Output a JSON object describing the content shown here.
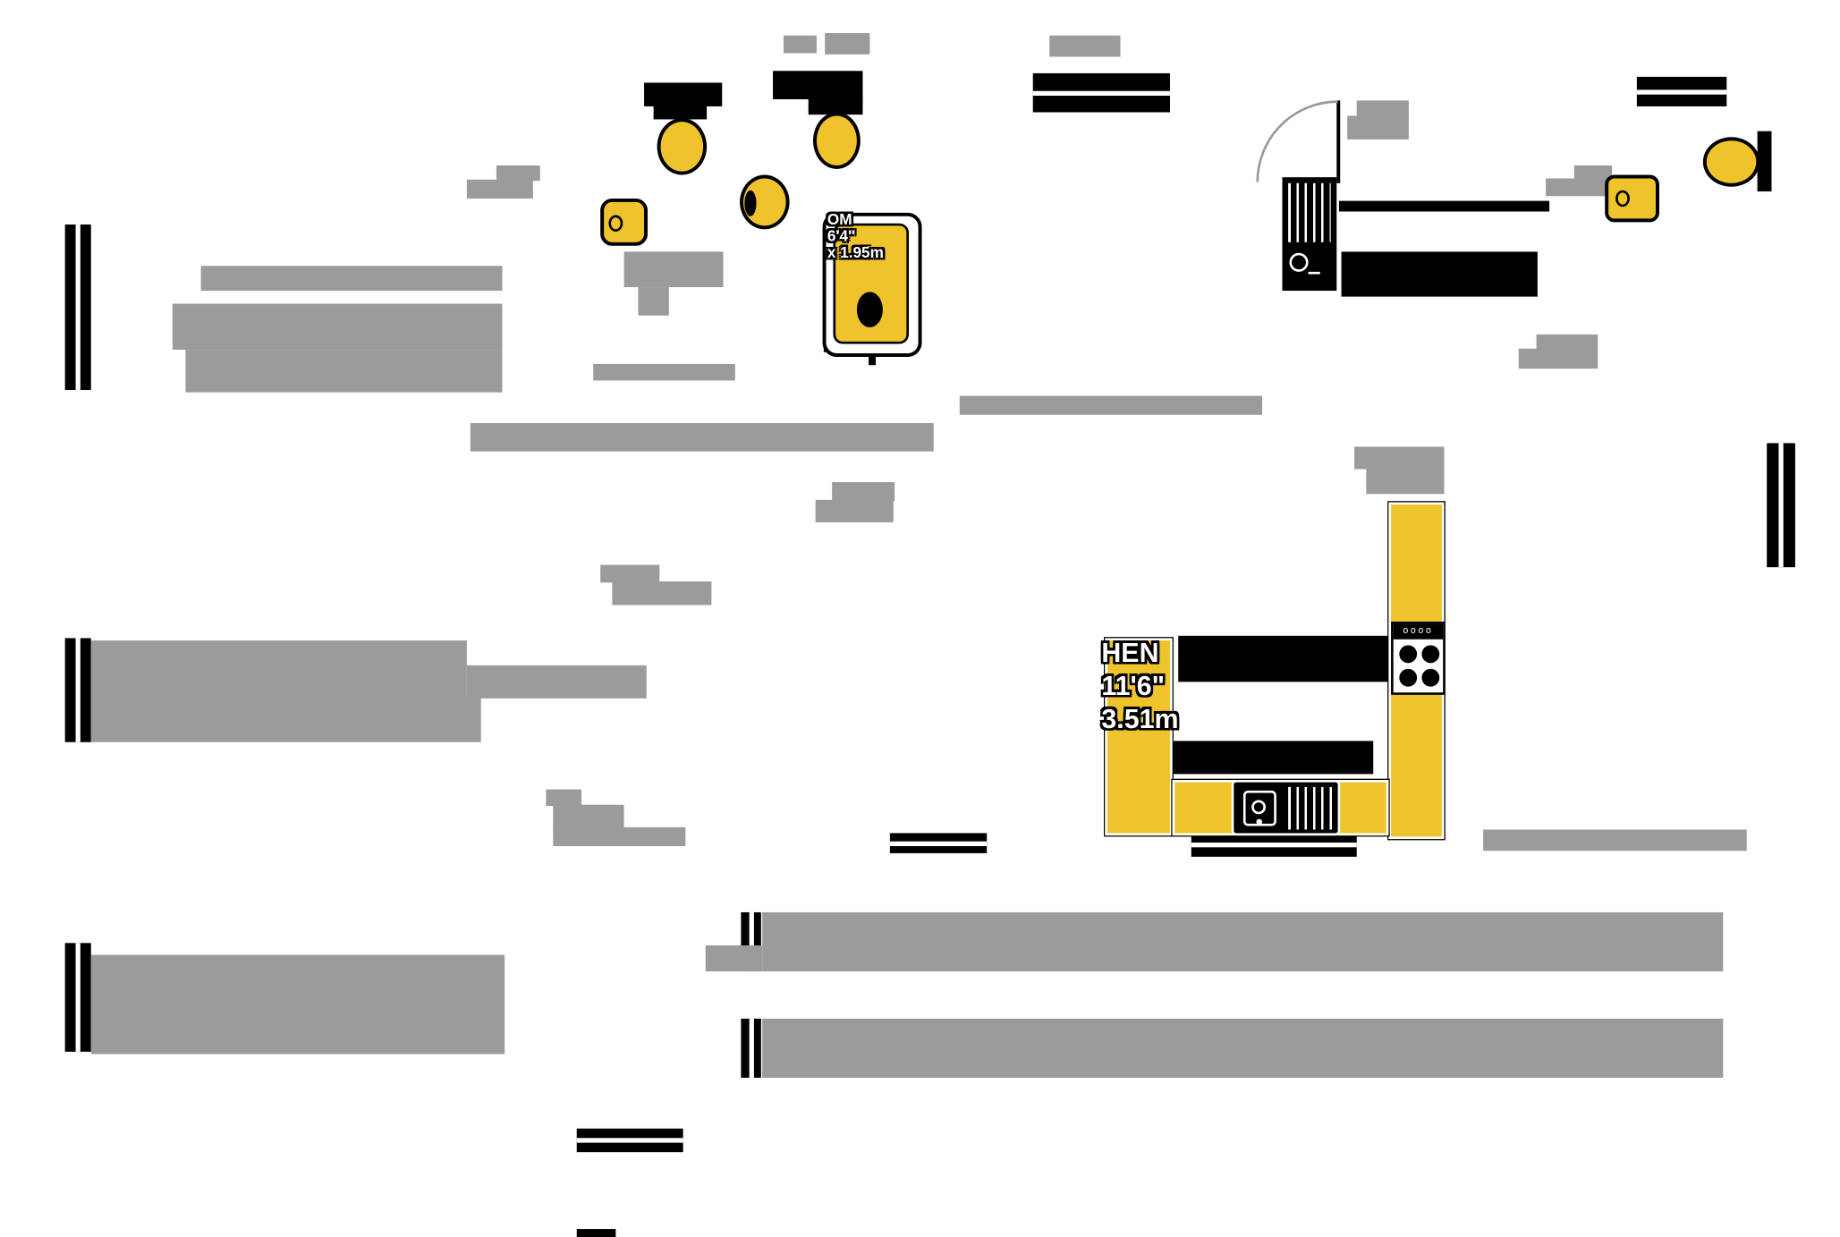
{
  "colors": {
    "fixture_yellow": "#EFC32B",
    "blur_gray": "#9B9B9B",
    "wall_black": "#000000"
  },
  "labels": {
    "bathroom_dim": {
      "line1": "OM",
      "line2": "6'4\"",
      "line3": "x 1.95m"
    },
    "kitchen_dim": {
      "line1": "HEN",
      "line2": "11'6\"",
      "line3": "3.51m"
    },
    "stove_knobs": "oooo"
  }
}
